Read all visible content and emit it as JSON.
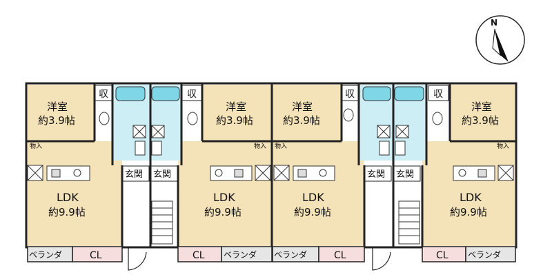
{
  "colors": {
    "room_beige": "#f4e2b8",
    "wet_area_blue": "#cdeef5",
    "veranda_gray": "#e6e6e6",
    "closet_pink": "#f6dede",
    "wall": "#222222"
  },
  "compass": {
    "label": "N"
  },
  "labels": {
    "western_room": "洋室",
    "western_room_size": "約3.9帖",
    "storage": "収",
    "storage_small": "物入",
    "ldk": "LDK",
    "ldk_size": "約9.9帖",
    "entrance": "玄関",
    "veranda": "ベランダ",
    "closet": "CL"
  }
}
